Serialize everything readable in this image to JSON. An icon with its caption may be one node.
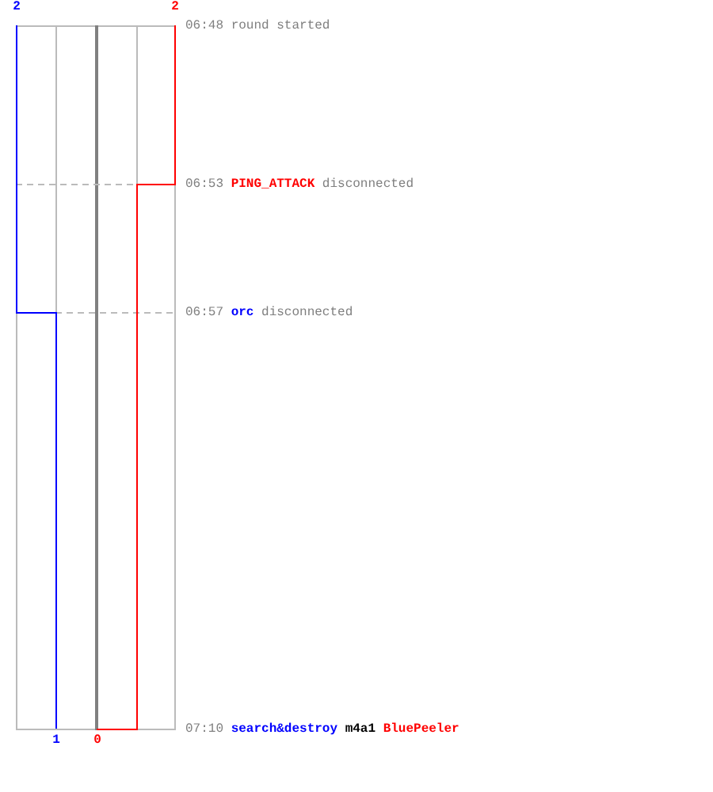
{
  "diagram": {
    "labels": [
      "2",
      "2",
      "06:48",
      "round started",
      "06:53",
      "PING_ATTACK",
      "disconnected",
      "06:57",
      "orc",
      "disconnected",
      "07:10",
      "search&destroy",
      "m4a1",
      "BluePeeler",
      "1",
      "0"
    ]
  }
}
